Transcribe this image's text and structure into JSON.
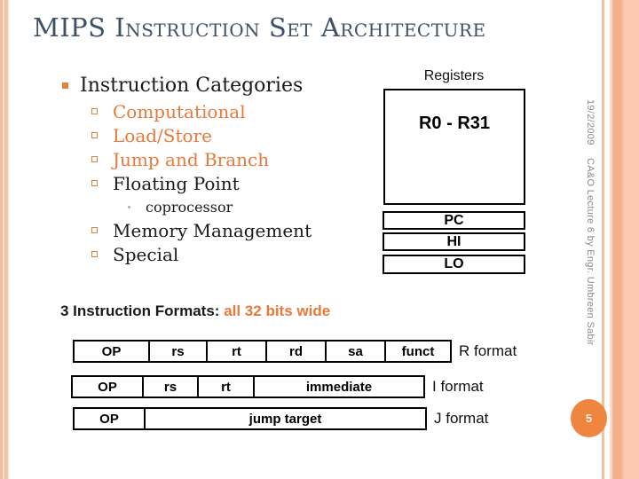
{
  "slide": {
    "title": "MIPS Instruction Set Architecture",
    "page_number": "5",
    "sidebar": {
      "date": "19/2/2009",
      "credit": "CA&O Lecture 6 by Engr. Umbreen Sabir"
    }
  },
  "content": {
    "heading": "Instruction Categories",
    "categories": [
      {
        "label": "Computational",
        "emphasis": "orange"
      },
      {
        "label": "Load/Store",
        "emphasis": "orange"
      },
      {
        "label": "Jump and Branch",
        "emphasis": "orange"
      },
      {
        "label": "Floating Point",
        "emphasis": "none"
      },
      {
        "label": "Memory Management",
        "emphasis": "none"
      },
      {
        "label": "Special",
        "emphasis": "none"
      }
    ],
    "sub_item": "coprocessor"
  },
  "registers": {
    "label": "Registers",
    "register_file": "R0 - R31",
    "special_registers": [
      "PC",
      "HI",
      "LO"
    ]
  },
  "formats": {
    "heading_prefix": "3 Instruction Formats: ",
    "heading_highlight": "all 32 bits wide",
    "rows": [
      {
        "label": "R format",
        "fields": [
          "OP",
          "rs",
          "rt",
          "rd",
          "sa",
          "funct"
        ]
      },
      {
        "label": "I format",
        "fields": [
          "OP",
          "rs",
          "rt",
          "immediate"
        ]
      },
      {
        "label": "J format",
        "fields": [
          "OP",
          "jump target"
        ]
      }
    ]
  },
  "colors": {
    "accent_orange": "#E8793B",
    "title_blue": "#3E5166",
    "border_salmon": "#F5BD9F",
    "page_circle_orange": "#EF8640",
    "sidebar_gray": "#8A8A8A"
  }
}
